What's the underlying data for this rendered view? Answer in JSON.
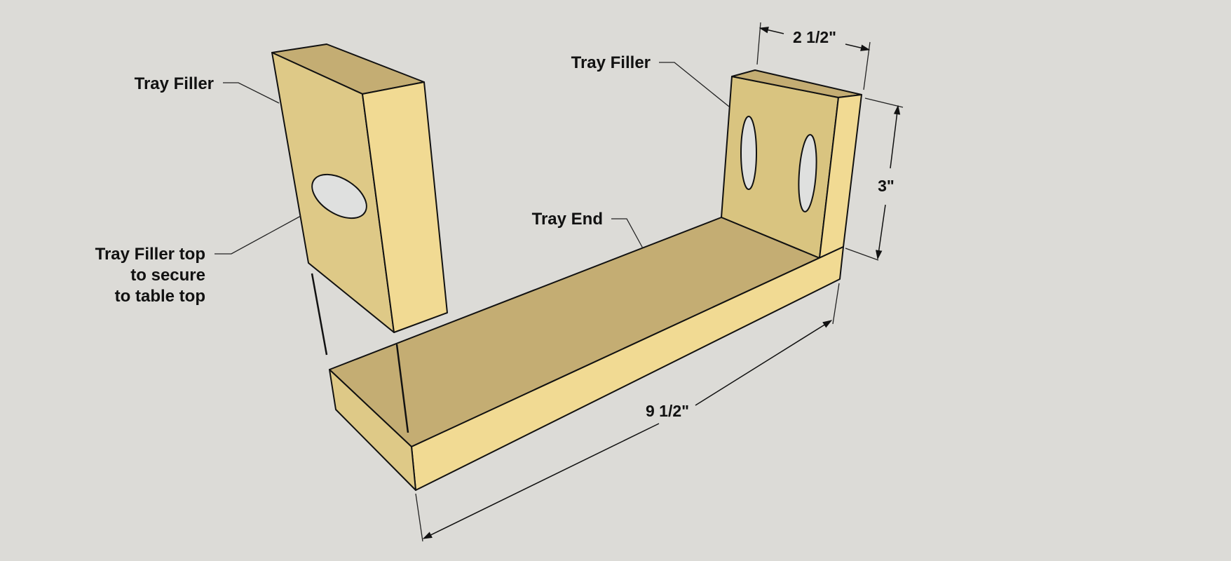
{
  "labels": {
    "left_tray_filler": "Tray Filler",
    "right_tray_filler": "Tray Filler",
    "tray_end": "Tray End",
    "note_line1": "Tray Filler top",
    "note_line2": "to secure",
    "note_line3": "to table top"
  },
  "dimensions": {
    "width": "2 1/2\"",
    "height": "3\"",
    "length": "9 1/2\""
  },
  "colors": {
    "background": "#dcdbd7",
    "wood_top": "#c4ad73",
    "wood_face": "#dec987",
    "wood_side": "#f1da93",
    "wood_inner": "#d9c480",
    "hole": "#dfe0df"
  }
}
